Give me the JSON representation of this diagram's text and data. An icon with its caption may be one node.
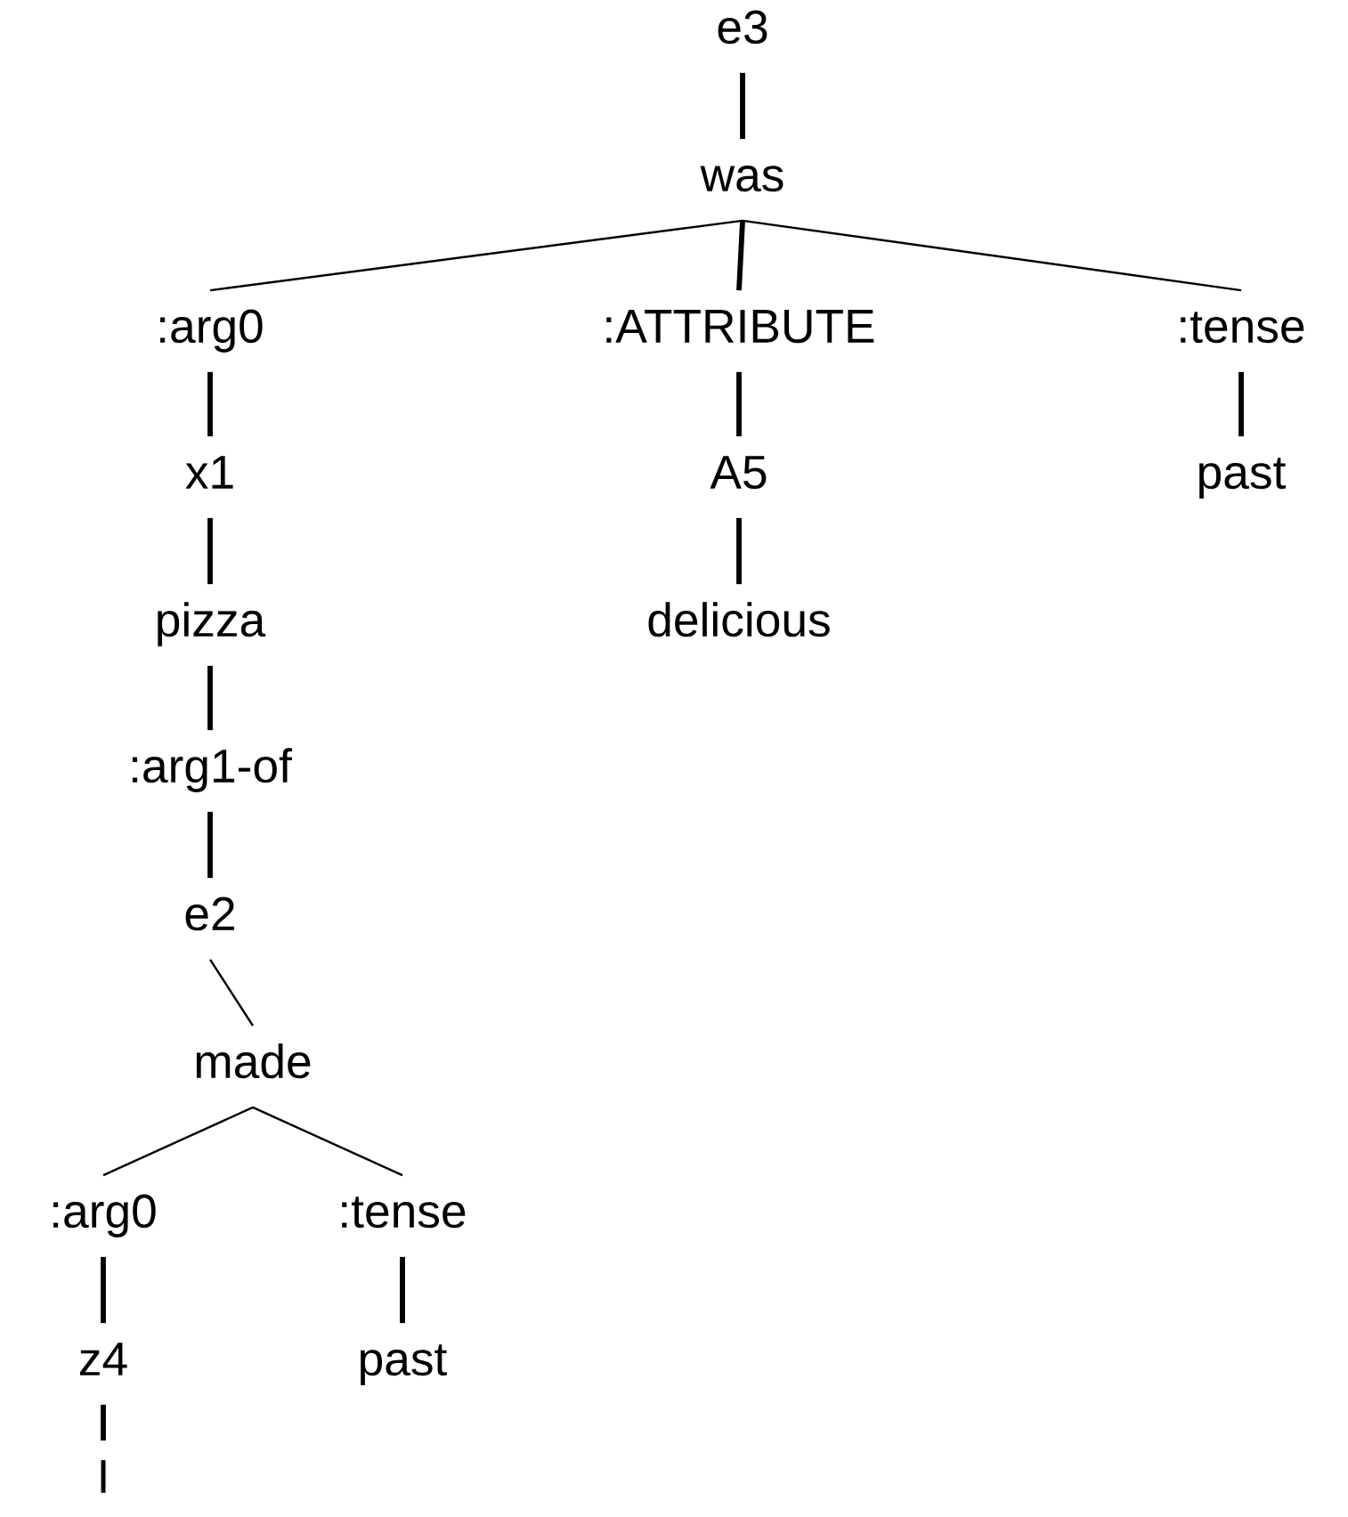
{
  "diagram": {
    "nodes": [
      {
        "text": [
          "e3"
        ]
      },
      {
        "text": [
          "was"
        ]
      },
      {
        "text": [
          ":arg0"
        ]
      },
      {
        "text": [
          ":ATTRIBUTE"
        ]
      },
      {
        "text": [
          ":tense"
        ]
      },
      {
        "text": [
          "x1"
        ]
      },
      {
        "text": [
          "A5"
        ]
      },
      {
        "text": [
          "past"
        ]
      },
      {
        "text": [
          "pizza"
        ]
      },
      {
        "text": [
          "delicious"
        ]
      },
      {
        "text": [
          ":arg1-of"
        ]
      },
      {
        "text": [
          "e2"
        ]
      },
      {
        "text": [
          "made"
        ]
      },
      {
        "text": [
          ":arg0"
        ]
      },
      {
        "text": [
          ":tense"
        ]
      },
      {
        "text": [
          "z4"
        ]
      },
      {
        "text": [
          "past"
        ]
      },
      {
        "text": [
          "I"
        ]
      }
    ],
    "edges": [
      {
        "from": 0,
        "to": 1,
        "arrow": "none"
      },
      {
        "from": 1,
        "to": 2,
        "arrow": "none"
      },
      {
        "from": 1,
        "to": 3,
        "arrow": "none"
      },
      {
        "from": 1,
        "to": 4,
        "arrow": "none"
      },
      {
        "from": 2,
        "to": 5,
        "arrow": "none"
      },
      {
        "from": 3,
        "to": 6,
        "arrow": "none"
      },
      {
        "from": 4,
        "to": 7,
        "arrow": "none"
      },
      {
        "from": 5,
        "to": 8,
        "arrow": "none"
      },
      {
        "from": 6,
        "to": 9,
        "arrow": "none"
      },
      {
        "from": 8,
        "to": 10,
        "arrow": "none"
      },
      {
        "from": 10,
        "to": 11,
        "arrow": "none"
      },
      {
        "from": 11,
        "to": 12,
        "arrow": "none"
      },
      {
        "from": 12,
        "to": 13,
        "arrow": "none"
      },
      {
        "from": 12,
        "to": 14,
        "arrow": "none"
      },
      {
        "from": 13,
        "to": 15,
        "arrow": "none"
      },
      {
        "from": 14,
        "to": 16,
        "arrow": "none"
      },
      {
        "from": 15,
        "to": 17,
        "arrow": "none"
      }
    ]
  }
}
